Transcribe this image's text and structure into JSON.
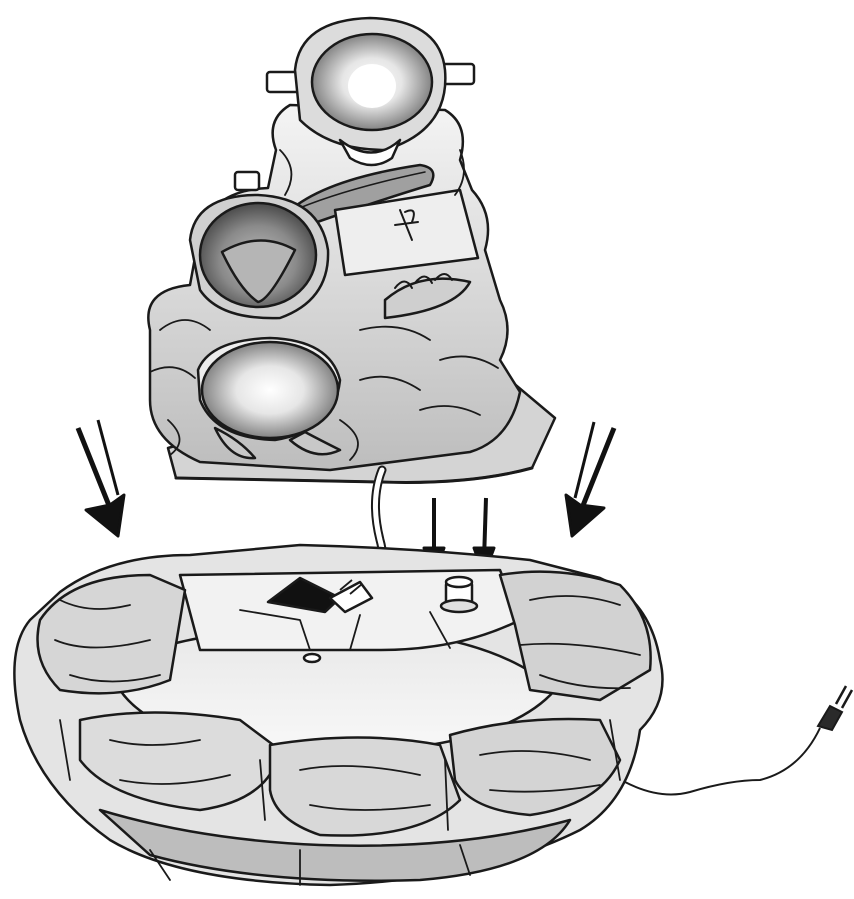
{
  "diagram": {
    "style": "grayscale line illustration",
    "stroke_color": "#1a1a1a",
    "shade_light": "#d9d9d9",
    "shade_mid": "#a8a8a8",
    "shade_dark": "#6b6b6b",
    "components": [
      "upper-fountain-unit",
      "base-basin",
      "pump",
      "power-cord",
      "plug"
    ],
    "arrows": {
      "count": 4,
      "direction": "down"
    }
  }
}
